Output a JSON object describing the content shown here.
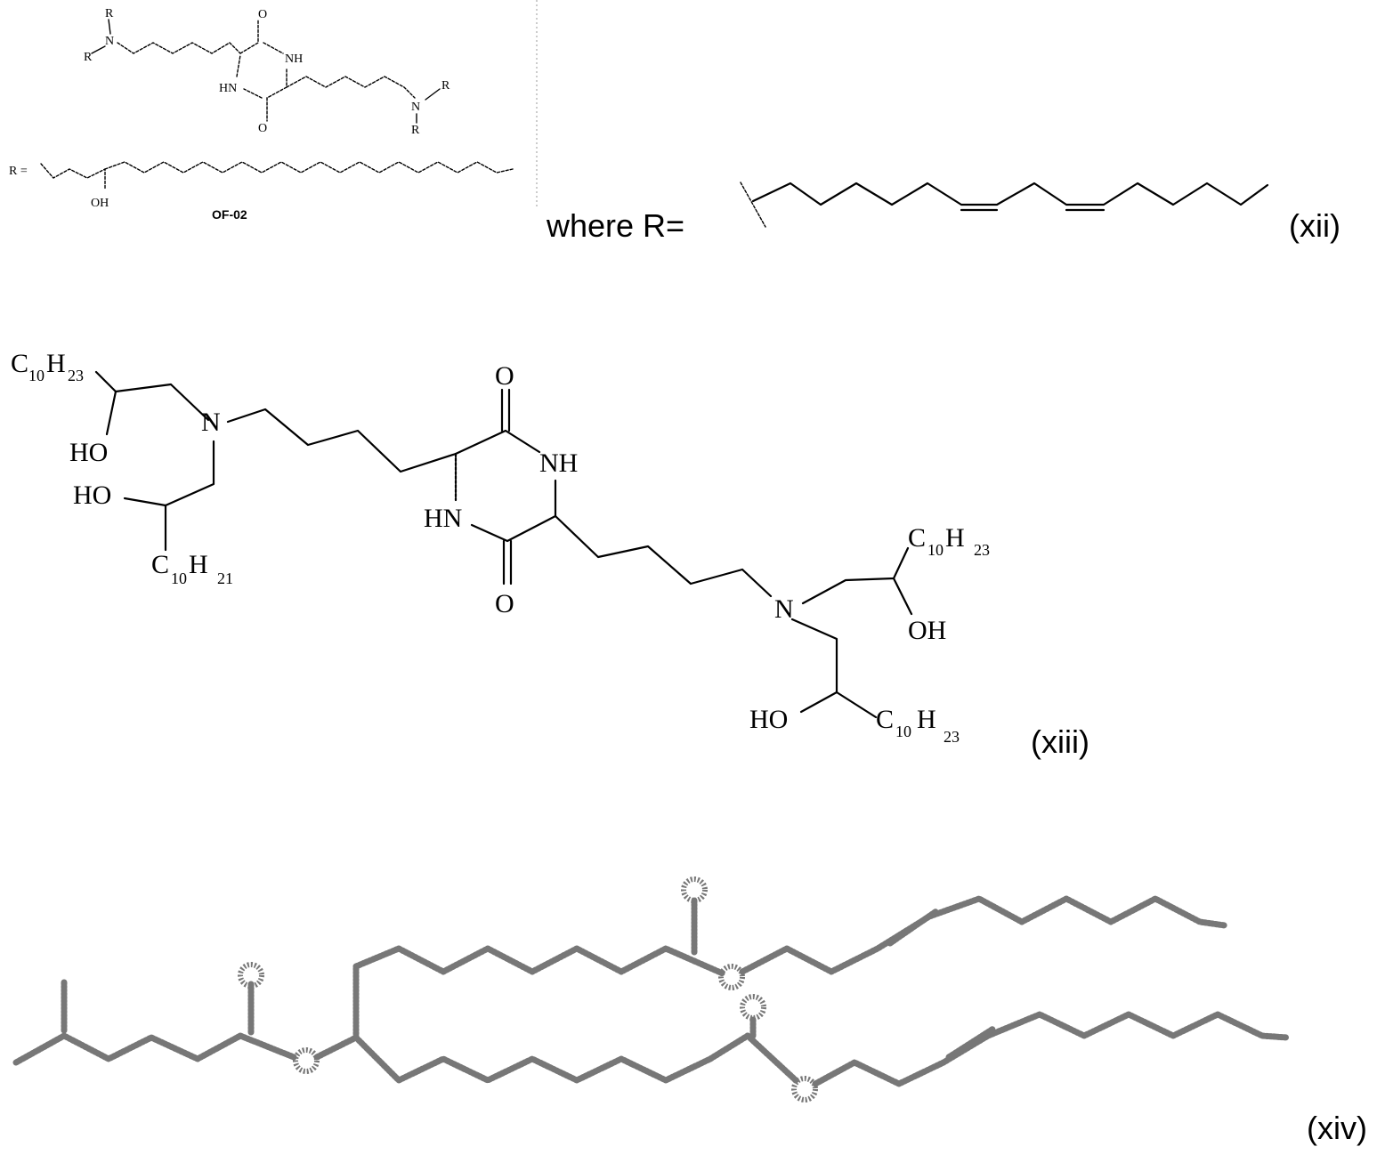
{
  "panel_xii": {
    "compound_name": "OF-02",
    "r_definition": "R =",
    "nh": "NH",
    "hn": "HN",
    "o": "O",
    "oh": "OH",
    "n": "N",
    "r": "R",
    "where_text": "where R=",
    "label": "(xii)"
  },
  "panel_xiii": {
    "c10h21_top_left": "C",
    "c10h21_top_left_sub1": "10",
    "h_top_left": "H",
    "c10h21_top_left_sub2": "23",
    "ho_1": "HO",
    "ho_2": "HO",
    "c10h21_bottom_left": "C",
    "c10h21_bottom_left_sub1": "10",
    "h_bottom_left": "H",
    "c10h21_bottom_left_sub2": "21",
    "n_left": "N",
    "o_top": "O",
    "nh": "NH",
    "hn": "HN",
    "o_bottom": "O",
    "n_right": "N",
    "c_right_top": "C",
    "c_right_top_sub1": "10",
    "h_right_top": "H",
    "c_right_top_sub2": "23",
    "oh_right": "OH",
    "ho_right": "HO",
    "c_right_bottom": "C",
    "c_right_bottom_sub1": "10",
    "h_right_bottom": "H",
    "c_right_bottom_sub2": "23",
    "label": "(xiii)"
  },
  "panel_xiv": {
    "label": "(xiv)"
  }
}
